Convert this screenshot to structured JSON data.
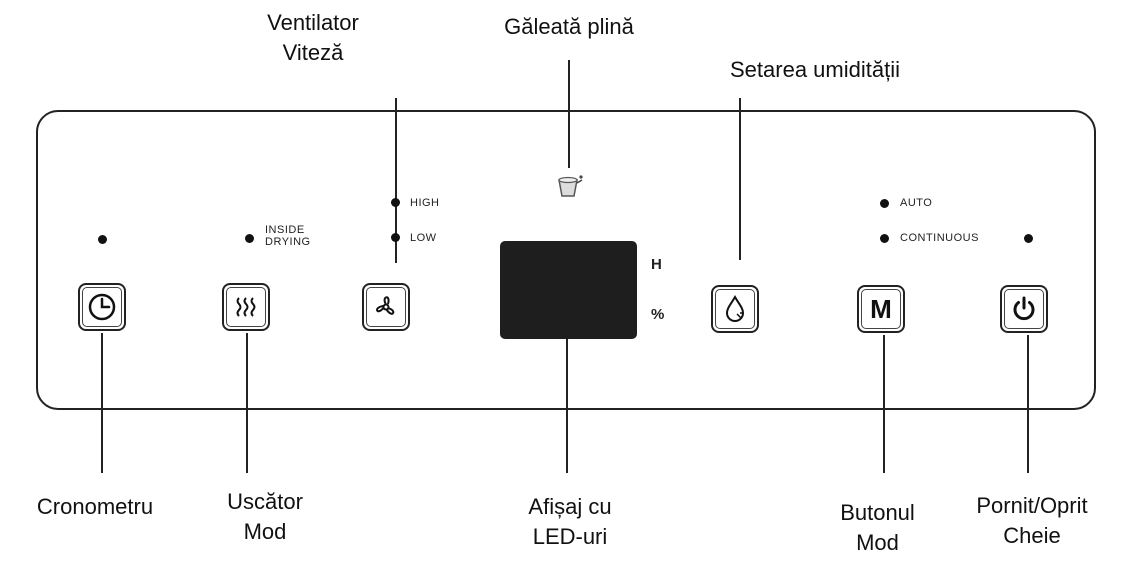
{
  "callouts": {
    "fan_speed": [
      "Ventilator",
      "Viteză"
    ],
    "bucket_full": "Găleată plină",
    "humidity_setting": "Setarea umidității",
    "timer": "Cronometru",
    "dryer_mode": [
      "Uscător",
      "Mod"
    ],
    "led_display": [
      "Afișaj cu",
      "LED-uri"
    ],
    "mode_button": [
      "Butonul",
      "Mod"
    ],
    "power_key": [
      "Pornit/Oprit",
      "Cheie"
    ]
  },
  "indicators": {
    "inside_drying": [
      "INSIDE",
      "DRYING"
    ],
    "high": "HIGH",
    "low": "LOW",
    "auto": "AUTO",
    "continuous": "CONTINUOUS"
  },
  "display": {
    "unit_h": "H",
    "unit_percent": "%"
  },
  "buttons": {
    "timer_icon": "clock-icon",
    "dryer_icon": "heat-waves-icon",
    "fan_icon": "fan-icon",
    "humidity_icon": "water-drop-icon",
    "mode_label": "M",
    "power_icon": "power-icon"
  }
}
